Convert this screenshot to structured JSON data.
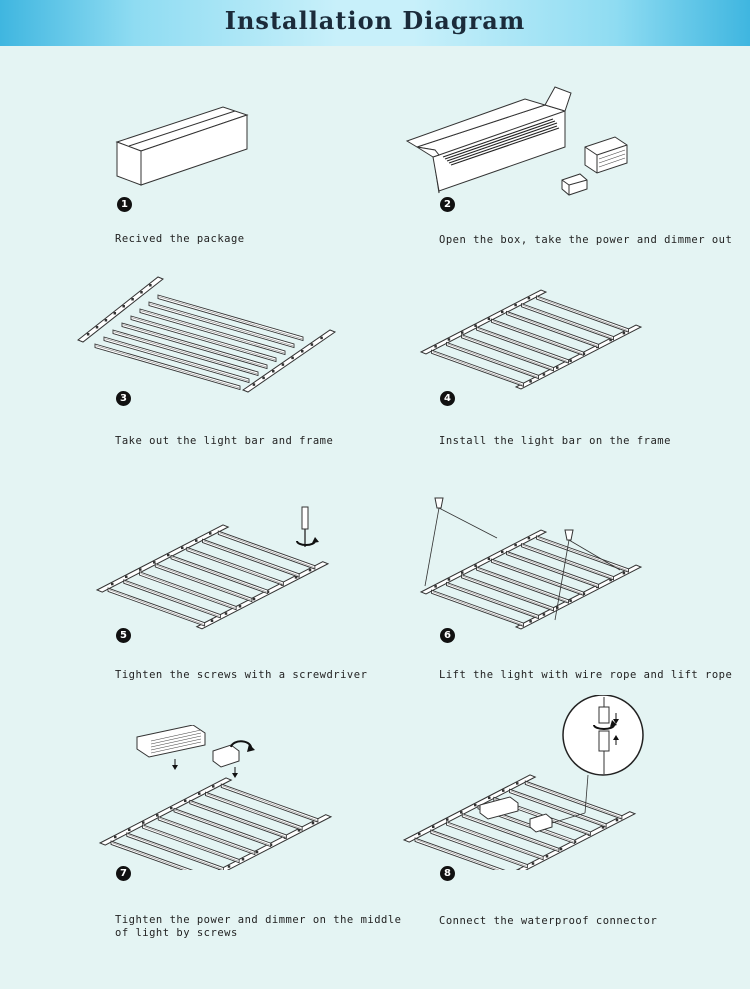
{
  "header": {
    "title": "Installation Diagram"
  },
  "steps": [
    {
      "number": "1",
      "caption": "Recived the package"
    },
    {
      "number": "2",
      "caption": "Open the box, take the power and dimmer out"
    },
    {
      "number": "3",
      "caption": "Take out the light bar and frame"
    },
    {
      "number": "4",
      "caption": "Install the light bar on the frame"
    },
    {
      "number": "5",
      "caption": "Tighten the screws with a screwdriver"
    },
    {
      "number": "6",
      "caption": "Lift the light with wire rope and lift rope"
    },
    {
      "number": "7",
      "caption": "Tighten the power and dimmer on the middle\nof light by screws"
    },
    {
      "number": "8",
      "caption": "Connect the waterproof connector"
    }
  ]
}
